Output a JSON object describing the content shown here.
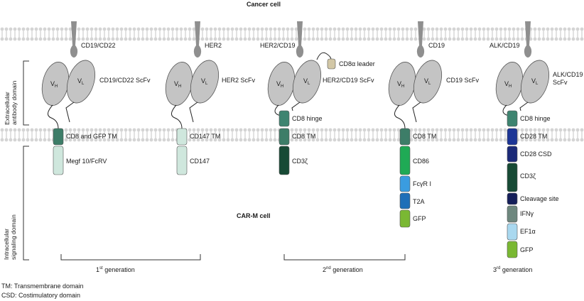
{
  "titles": {
    "cancer_cell": "Cancer cell",
    "carm_cell": "CAR-M cell"
  },
  "side_labels": {
    "extracellular_line1": "Extracellular",
    "extracellular_line2": "antibody domain",
    "intracellular_line1": "Intracellular",
    "intracellular_line2": "signaling domain"
  },
  "generations": {
    "first": {
      "num": "1",
      "sup": "st",
      "word": " generation"
    },
    "second": {
      "num": "2",
      "sup": "nd",
      "word": " generation"
    },
    "third": {
      "num": "3",
      "sup": "rd",
      "word": " generation"
    }
  },
  "footnotes": {
    "tm": "TM: Transmembrane domain",
    "csd": "CSD: Costimulatory domain"
  },
  "antibody_labels": {
    "vh": "V",
    "vh_sub": "H",
    "vl": "V",
    "vl_sub": "L"
  },
  "constructs": [
    {
      "antigen": "CD19/CD22",
      "scfv": "CD19/CD22 ScFv",
      "hinge": "",
      "tm": "CD8 and GFP TM",
      "intra": [
        "Megf 10/FcRV"
      ]
    },
    {
      "antigen": "HER2",
      "scfv": "HER2 ScFv",
      "hinge": "",
      "tm": "CD147 TM",
      "intra": [
        "CD147"
      ]
    },
    {
      "antigen": "HER2/CD19",
      "scfv": "HER2/CD19 ScFv",
      "leader": "CD8α leader",
      "hinge": "CD8 hinge",
      "tm": "CD8 TM",
      "intra": [
        "CD3ζ"
      ]
    },
    {
      "antigen": "CD19",
      "scfv": "CD19 ScFv",
      "hinge": "",
      "tm": "CD8 TM",
      "intra": [
        "CD86",
        "FcγR I",
        "T2A",
        "GFP"
      ]
    },
    {
      "antigen": "ALK/CD19",
      "scfv_line1": "ALK/CD19",
      "scfv_line2": "ScFv",
      "hinge": "CD8 hinge",
      "tm": "CD28 TM",
      "intra": [
        "CD28 CSD",
        "CD3ζ",
        "Cleavage site",
        "IFNγ",
        "EF1α",
        "GFP"
      ]
    }
  ],
  "colors": {
    "membrane": "#d6d6d6",
    "antibody": "#c4c4c4",
    "antigen": "#8f8f8f",
    "leader": "#d2c7a6",
    "tm_green": "#3d7d68",
    "light_mint": "#cfe7dd",
    "teal": "#3e8470",
    "dark_green": "#174a35",
    "bright_green": "#1faa55",
    "light_blue": "#3a9ce0",
    "mid_blue": "#1f6fb8",
    "lime": "#7ab833",
    "navy_bright": "#1c3596",
    "navy_dark": "#1b2a78",
    "navy_darkest": "#151f5a",
    "gray_green": "#6e877e",
    "pale_blue": "#a9d8ef"
  }
}
